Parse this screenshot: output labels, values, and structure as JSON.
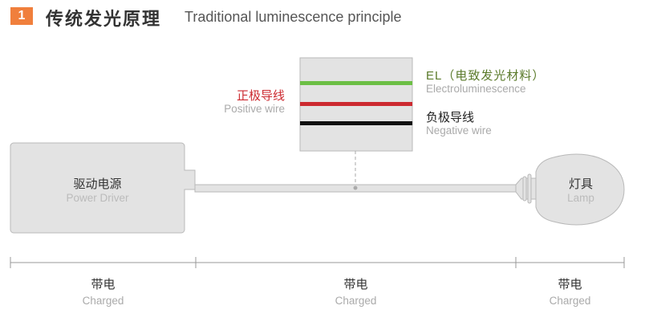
{
  "header": {
    "number": "1",
    "title_cn": "传统发光原理",
    "title_en": "Traditional luminescence principle"
  },
  "labels": {
    "el_cn": "EL（电致发光材料）",
    "el_en": "Electroluminescence",
    "positive_cn": "正极导线",
    "positive_en": "Positive wire",
    "negative_cn": "负极导线",
    "negative_en": "Negative wire",
    "driver_cn": "驱动电源",
    "driver_en": "Power Driver",
    "lamp_cn": "灯具",
    "lamp_en": "Lamp"
  },
  "segments": [
    {
      "cn": "带电",
      "en": "Charged"
    },
    {
      "cn": "带电",
      "en": "Charged"
    },
    {
      "cn": "带电",
      "en": "Charged"
    }
  ],
  "colors": {
    "accent": "#f07f3c",
    "el": "#6cbf45",
    "positive": "#cc2a30",
    "negative": "#111111"
  }
}
